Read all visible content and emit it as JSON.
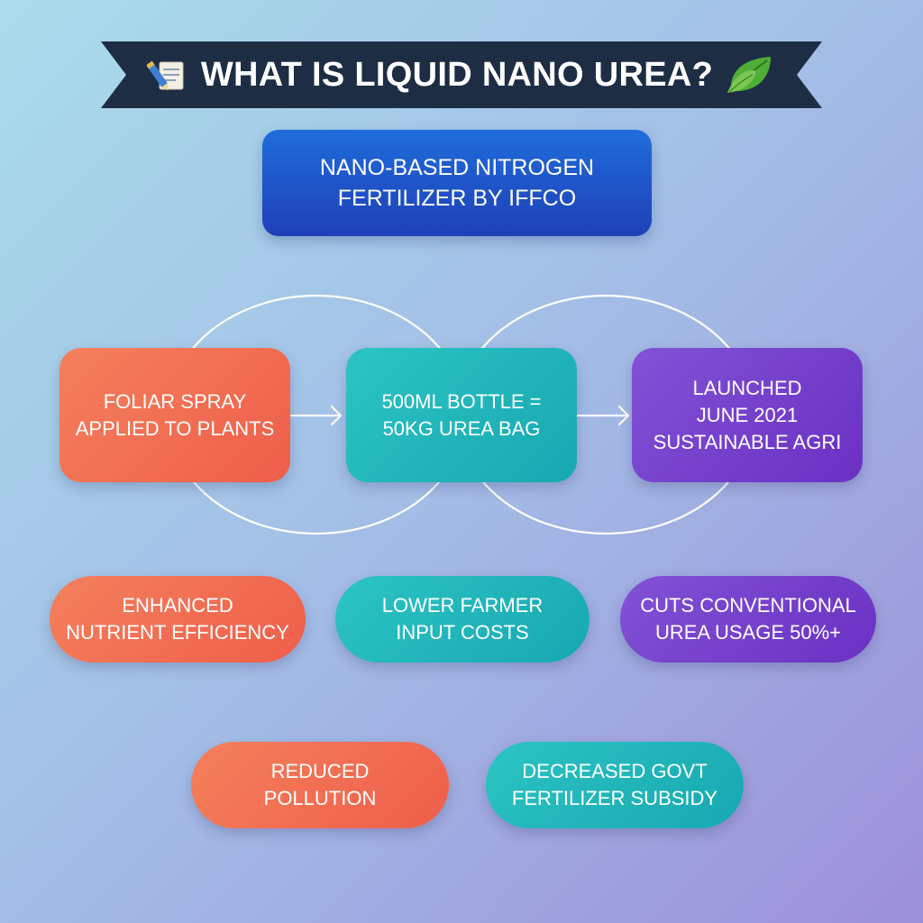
{
  "header": {
    "title": "WHAT IS LIQUID NANO UREA?",
    "left_icon": "notepad-pencil-icon",
    "right_icon": "leaf-icon"
  },
  "main_concept": "NANO-BASED NITROGEN\nFERTILIZER BY IFFCO",
  "flow": [
    {
      "text": "FOLIAR SPRAY\nAPPLIED TO PLANTS",
      "color": "orange"
    },
    {
      "text": "500ML BOTTLE =\n50KG UREA BAG",
      "color": "teal"
    },
    {
      "text": "LAUNCHED\nJUNE 2021\nSUSTAINABLE AGRI",
      "color": "purple"
    }
  ],
  "benefits_row1": [
    {
      "text": "ENHANCED\nNUTRIENT EFFICIENCY",
      "color": "orange"
    },
    {
      "text": "LOWER FARMER\nINPUT COSTS",
      "color": "teal"
    },
    {
      "text": "CUTS CONVENTIONAL\nUREA USAGE 50%+",
      "color": "purple"
    }
  ],
  "benefits_row2": [
    {
      "text": "REDUCED\nPOLLUTION",
      "color": "orange"
    },
    {
      "text": "DECREASED GOVT\nFERTILIZER SUBSIDY",
      "color": "teal"
    }
  ],
  "colors": {
    "banner": "#1d2d44",
    "main_concept": "#1f4fc7",
    "orange": "#f06a50",
    "teal": "#1fb5b9",
    "purple": "#7440cc"
  }
}
